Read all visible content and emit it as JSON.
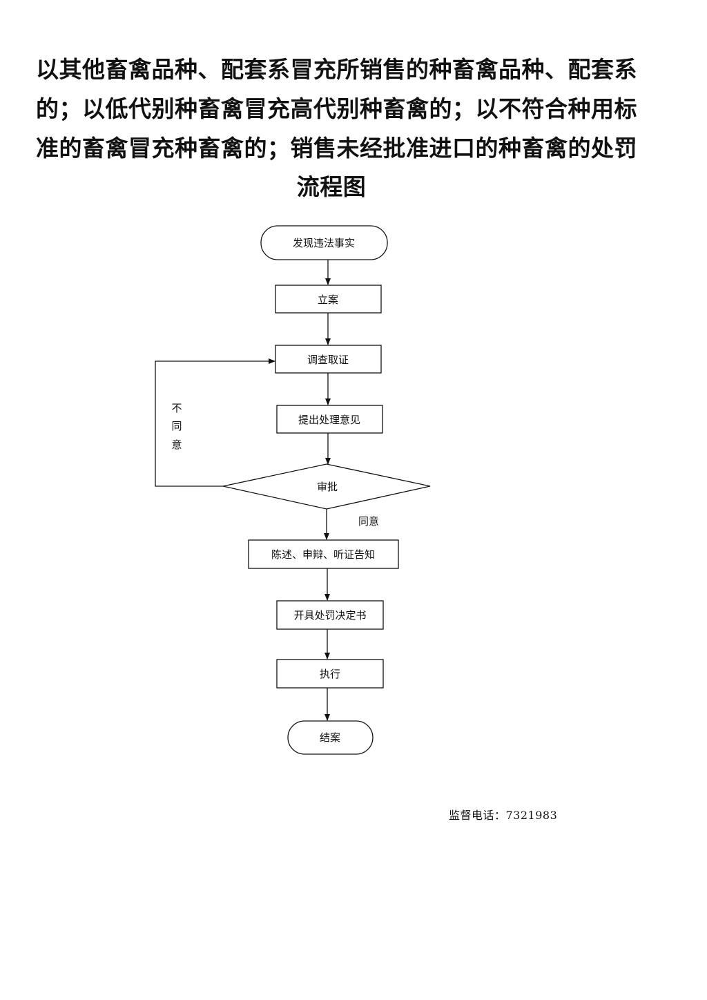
{
  "title": {
    "lines": [
      "以其他畜禽品种、配套系冒充所销售的种畜禽品种、配套系",
      "的；以低代别种畜禽冒充高代别种畜禽的；以不符合种用标",
      "准的畜禽冒充种畜禽的；销售未经批准进口的种畜禽的处罚",
      "流程图"
    ]
  },
  "flowchart": {
    "start": "发现违法事实",
    "file_case": "立案",
    "investigate": "调查取证",
    "propose": "提出处理意见",
    "approval": "审批",
    "disagree": [
      "不",
      "同",
      "意"
    ],
    "agree": "同意",
    "notify": "陈述、申辩、听证告知",
    "decision": "开具处罚决定书",
    "execute": "执行",
    "end": "结案"
  },
  "footer": {
    "phone": "监督电话：7321983"
  }
}
